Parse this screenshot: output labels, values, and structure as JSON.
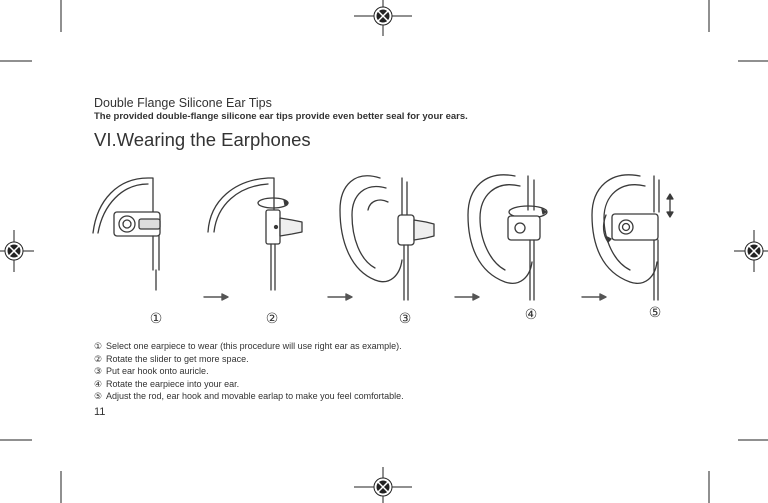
{
  "eartips": {
    "title": "Double Flange Silicone Ear Tips",
    "description": "The provided double-flange silicone ear tips provide even better seal for your ears."
  },
  "section": {
    "title": "VI.Wearing the Earphones"
  },
  "figure": {
    "step_markers": [
      "①",
      "②",
      "③",
      "④",
      "⑤"
    ]
  },
  "steps": [
    {
      "marker": "①",
      "text": "Select one earpiece to wear (this procedure will use right ear as example)."
    },
    {
      "marker": "②",
      "text": "Rotate the slider to get more space."
    },
    {
      "marker": "③",
      "text": "Put ear hook onto auricle."
    },
    {
      "marker": "④",
      "text": "Rotate the earpiece into your ear."
    },
    {
      "marker": "⑤",
      "text": "Adjust the rod, ear hook and movable earlap to make you feel comfortable."
    }
  ],
  "page_number": "11",
  "colors": {
    "text": "#333333",
    "line_art": "#3a3a3a",
    "arrow": "#555555",
    "print_marks": "#222222"
  }
}
